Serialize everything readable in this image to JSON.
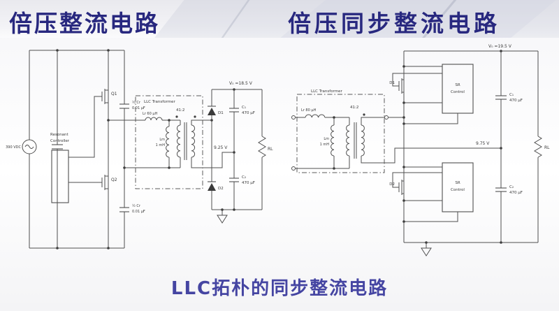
{
  "header": {
    "left_title": "倍压整流电路",
    "right_title": "倍压同步整流电路"
  },
  "caption": "LLC拓朴的同步整流电路",
  "colors": {
    "title_text": "#28287f",
    "caption_text": "#4545a2",
    "schematic_line": "#4f4f4f",
    "background": "#f7f7fa"
  },
  "left_circuit": {
    "source_label": "390 VDC",
    "controller_line1": "Resonant",
    "controller_line2": "Controller",
    "q1_label": "Q1",
    "q2_label": "Q2",
    "cr_top_line1": "½ Cr",
    "cr_top_line2": "0.01 µF",
    "cr_bot_line1": "½ Cr",
    "cr_bot_line2": "0.01 µF",
    "xfmr_title": "LLC Transformer",
    "lr_label": "Lr 60 µH",
    "turns_ratio": "41:2",
    "lm_line1": "Lm",
    "lm_line2": "1 mH",
    "d1_label": "D1",
    "d2_label": "D2",
    "vout_label": "V₀ =18.5 V",
    "vmid_label": "9.25 V",
    "c1_line1": "C₁",
    "c1_line2": "470 µF",
    "c2_line1": "C₂",
    "c2_line2": "470 µF",
    "rl_label": "RL"
  },
  "right_circuit": {
    "xfmr_title": "LLC Transformer",
    "lr_label": "Lr 80 µH",
    "turns_ratio": "41:2",
    "lm_line1": "Lm",
    "lm_line2": "1 mH",
    "d1_label": "D1",
    "d2_label": "D2",
    "sr_top_line1": "SR",
    "sr_top_line2": "Control",
    "sr_bot_line1": "SR",
    "sr_bot_line2": "Control",
    "vout_label": "V₀ =19.5 V",
    "vmid_label": "9.75 V",
    "c1_line1": "C₁",
    "c1_line2": "470 µF",
    "c2_line1": "C₂",
    "c2_line2": "470 µF",
    "rl_label": "RL"
  }
}
